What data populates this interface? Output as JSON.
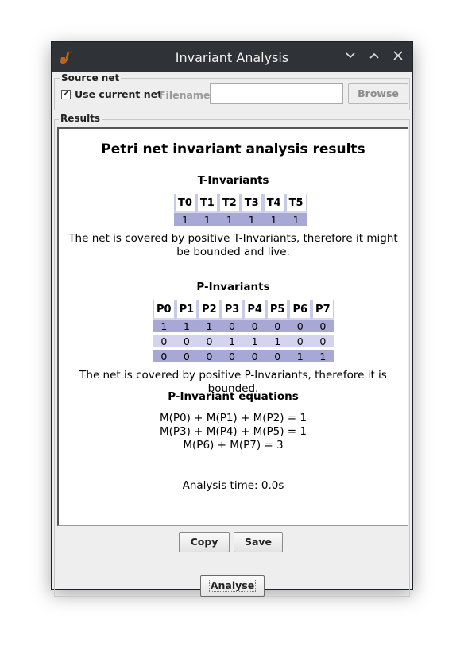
{
  "window": {
    "title": "Invariant Analysis",
    "buttons": {
      "minimize": "⌄",
      "maximize": "⌃",
      "close": "✕"
    }
  },
  "source_net": {
    "group_label": "Source net",
    "use_current_checked": true,
    "use_current_label": "Use current net",
    "filename_label": "Filename:",
    "filename_value": "",
    "browse_label": "Browse"
  },
  "results": {
    "group_label": "Results",
    "title": "Petri net invariant analysis results",
    "t_invariants": {
      "heading": "T-Invariants",
      "columns": [
        "T0",
        "T1",
        "T2",
        "T3",
        "T4",
        "T5"
      ],
      "rows": [
        [
          "1",
          "1",
          "1",
          "1",
          "1",
          "1"
        ]
      ],
      "conclusion": "The net is covered by positive T-Invariants, therefore it might be bounded and live."
    },
    "p_invariants": {
      "heading": "P-Invariants",
      "columns": [
        "P0",
        "P1",
        "P2",
        "P3",
        "P4",
        "P5",
        "P6",
        "P7"
      ],
      "rows": [
        [
          "1",
          "1",
          "1",
          "0",
          "0",
          "0",
          "0",
          "0"
        ],
        [
          "0",
          "0",
          "0",
          "1",
          "1",
          "1",
          "0",
          "0"
        ],
        [
          "0",
          "0",
          "0",
          "0",
          "0",
          "0",
          "1",
          "1"
        ]
      ],
      "conclusion": "The net is covered by positive P-Invariants, therefore it is bounded."
    },
    "equations": {
      "heading": "P-Invariant equations",
      "lines": [
        "M(P0) + M(P1) + M(P2) = 1",
        "M(P3) + M(P4) + M(P5) = 1",
        "M(P6) + M(P7) = 3"
      ]
    },
    "analysis_time": "Analysis time: 0.0s"
  },
  "actions": {
    "copy_label": "Copy",
    "save_label": "Save",
    "analyse_label": "Analyse"
  }
}
